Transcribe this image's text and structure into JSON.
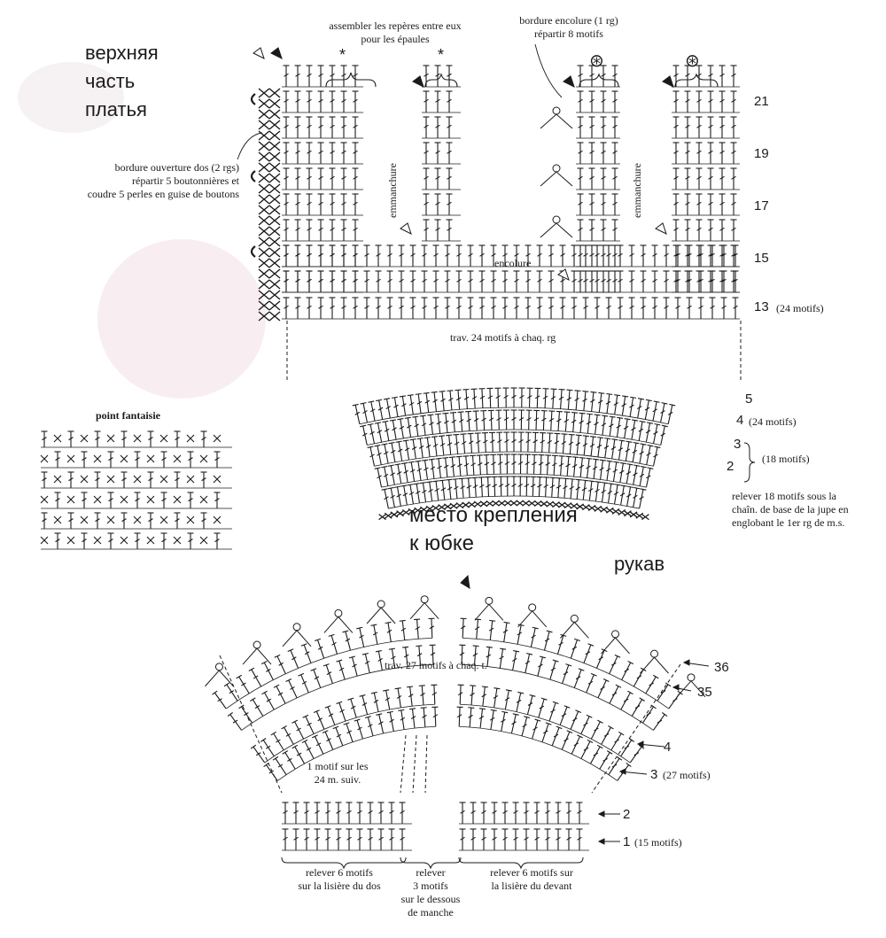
{
  "labels": {
    "bodice_title": "верхняя\nчасть\nплатья",
    "assemble": "assembler les repères entre eux\npour les épaules",
    "neck_border": "bordure encolure (1 rg)\nrépartir 8 motifs",
    "back_opening": "bordure ouverture dos (2 rgs)\nrépartir 5 boutonnières et\ncoudre 5 perles en guise de boutons",
    "armhole_left": "emmanchure",
    "armhole_right": "emmanchure",
    "neckline": "encolure",
    "trav_24": "trav. 24 motifs à chaq. rg",
    "point_fantaisie": "point fantaisie",
    "row_5": "5",
    "row_4": "4",
    "row_4_note": "(24 motifs)",
    "row_3": "3",
    "row_2": "2",
    "rows_2_3_note": "(18 motifs)",
    "relever_18": "relever 18 motifs sous la\nchaîn. de base de la jupe en\nenglobant le 1er rg de m.s.",
    "attach_skirt": "место крепления\nк юбке",
    "sleeve": "рукав",
    "trav_27": "trav. 27 motifs à chaq. t.",
    "one_motif": "1 motif sur les\n24 m. suiv.",
    "s_row_36": "36",
    "s_row_35": "35",
    "s_row_4": "4",
    "s_row_3": "3",
    "s_row_3_note": "(27 motifs)",
    "s_row_2": "2",
    "s_row_1": "1",
    "s_row_1_note": "(15 motifs)",
    "relever_6_dos": "relever 6 motifs\nsur la lisière du dos",
    "relever_3": "relever\n3 motifs\nsur le dessous\nde manche",
    "relever_6_devant": "relever 6 motifs sur\nla lisière du devant",
    "b_row_21": "21",
    "b_row_19": "19",
    "b_row_17": "17",
    "b_row_15": "15",
    "b_row_13": "13",
    "b_row_13_note": "(24 motifs)",
    "star1": "*",
    "star2": "*",
    "star3": "⊛",
    "star4": "⊛"
  }
}
